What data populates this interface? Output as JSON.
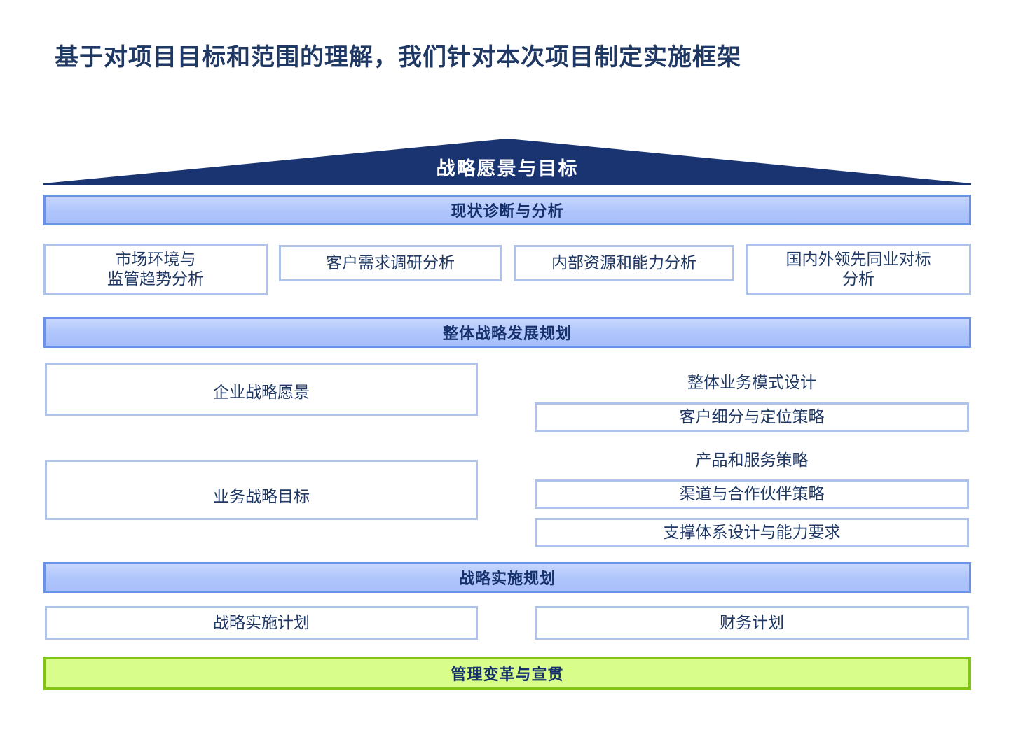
{
  "slide": {
    "title": "基于对项目目标和范围的理解，我们针对本次项目制定实施框架"
  },
  "colors": {
    "navy_roof": "#1A3371",
    "band_border": "#6A93E8",
    "band_fill": "#AEC4FB",
    "box_border": "#AEC2EA",
    "green_border": "#80C414",
    "green_fill": "#D8FD8B",
    "text_navy": "#1F3864"
  },
  "roof": {
    "label": "战略愿景与目标"
  },
  "sections": {
    "diagnosis": {
      "band_label": "现状诊断与分析",
      "boxes": [
        {
          "line1": "市场环境与",
          "line2": "监管趋势分析"
        },
        {
          "line1": "客户需求调研分析",
          "line2": ""
        },
        {
          "line1": "内部资源和能力分析",
          "line2": ""
        },
        {
          "line1": "国内外领先同业对标",
          "line2": "分析"
        }
      ]
    },
    "overall_strategy": {
      "band_label": "整体战略发展规划",
      "left_boxes": [
        {
          "label": "企业战略愿景"
        },
        {
          "label": "业务战略目标"
        }
      ],
      "right_items": [
        {
          "type": "label",
          "label": "整体业务模式设计"
        },
        {
          "type": "box",
          "label": "客户细分与定位策略"
        },
        {
          "type": "label",
          "label": "产品和服务策略"
        },
        {
          "type": "box",
          "label": "渠道与合作伙伴策略"
        },
        {
          "type": "box",
          "label": "支撑体系设计与能力要求"
        }
      ]
    },
    "implementation": {
      "band_label": "战略实施规划",
      "boxes": [
        {
          "label": "战略实施计划"
        },
        {
          "label": "财务计划"
        }
      ]
    },
    "footer": {
      "band_label": "管理变革与宣贯"
    }
  }
}
